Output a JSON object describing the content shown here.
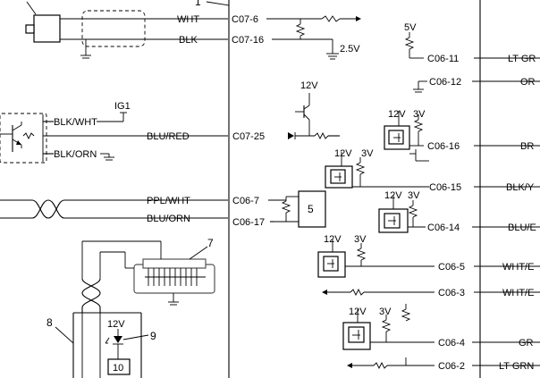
{
  "wires": {
    "wht": "WHT",
    "blk": "BLK",
    "blk_wht": "BLK/WHT",
    "blu_red": "BLU/RED",
    "blk_orn": "BLK/ORN",
    "ppl_wht": "PPL/WHT",
    "blu_orn": "BLU/ORN"
  },
  "pins": {
    "c07_6": "C07-6",
    "c07_16": "C07-16",
    "c07_25": "C07-25",
    "c06_7": "C06-7",
    "c06_17": "C06-17",
    "c06_11": "C06-11",
    "c06_12": "C06-12",
    "c06_16": "C06-16",
    "c06_15": "C06-15",
    "c06_14": "C06-14",
    "c06_5": "C06-5",
    "c06_3": "C06-3",
    "c06_4": "C06-4",
    "c06_2": "C06-2"
  },
  "right_wires": {
    "c06_11": "LT GR",
    "c06_12": "OR",
    "c06_16": "BR",
    "c06_15": "BLK/Y",
    "c06_14": "BLU/E",
    "c06_5": "WHT/E",
    "c06_3": "WHT/E",
    "c06_4": "GR",
    "c06_2": "LT GRN"
  },
  "voltages": {
    "v5": "5V",
    "v2_5": "2.5V",
    "v12": "12V",
    "v3": "3V",
    "ig1": "IG1"
  },
  "refs": {
    "r1": "1",
    "r5": "5",
    "r7": "7",
    "r8": "8",
    "r9": "9",
    "r10": "10"
  }
}
